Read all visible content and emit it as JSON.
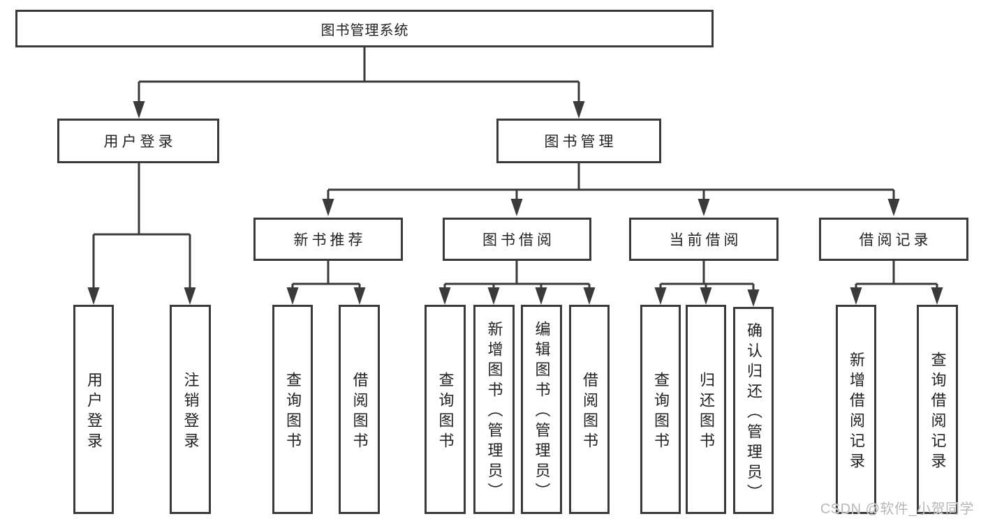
{
  "tree": {
    "label": "图书管理系统",
    "children": [
      {
        "label": "用户登录",
        "children": [
          {
            "label": "用户登录"
          },
          {
            "label": "注销登录"
          }
        ]
      },
      {
        "label": "图书管理",
        "children": [
          {
            "label": "新书推荐",
            "children": [
              {
                "label": "查询图书"
              },
              {
                "label": "借阅图书"
              }
            ]
          },
          {
            "label": "图书借阅",
            "children": [
              {
                "label": "查询图书"
              },
              {
                "label": "新增图书（管理员）"
              },
              {
                "label": "编辑图书（管理员）"
              },
              {
                "label": "借阅图书"
              }
            ]
          },
          {
            "label": "当前借阅",
            "children": [
              {
                "label": "查询图书"
              },
              {
                "label": "归还图书"
              },
              {
                "label": "确认归还（管理员）"
              }
            ]
          },
          {
            "label": "借阅记录",
            "children": [
              {
                "label": "新增借阅记录"
              },
              {
                "label": "查询借阅记录"
              }
            ]
          }
        ]
      }
    ]
  },
  "watermark": {
    "text": "CSDN @软件_小贺同学"
  },
  "colors": {
    "line": "#3a3a3a",
    "text": "#222222",
    "background": "#ffffff",
    "watermark": "#b5b8bb"
  }
}
